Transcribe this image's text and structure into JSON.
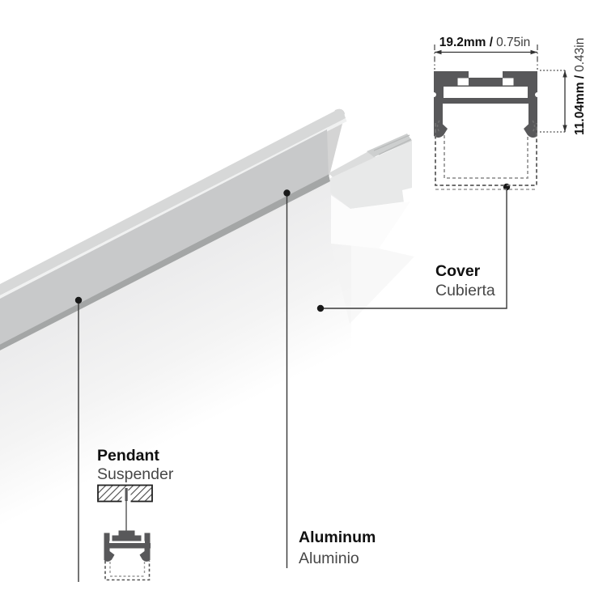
{
  "diagram": {
    "title": "aluminum-led-profile-dimension-diagram",
    "dimensions": {
      "width": {
        "metric": "19.2mm /",
        "imperial": "0.75in"
      },
      "height": {
        "metric": "11.04mm /",
        "imperial": "0.43in"
      }
    },
    "callouts": {
      "cover": {
        "en": "Cover",
        "es": "Cubierta"
      },
      "aluminum": {
        "en": "Aluminum",
        "es": "Aluminio"
      },
      "pendant": {
        "en": "Pendant",
        "es": "Suspender"
      }
    },
    "colors": {
      "section_profile_fill": "#58585a",
      "leader_line": "#383838",
      "render_top_face": "#d7d8d8",
      "render_cover_face": "#c8c9ca",
      "render_body_face": "#ececec"
    }
  }
}
